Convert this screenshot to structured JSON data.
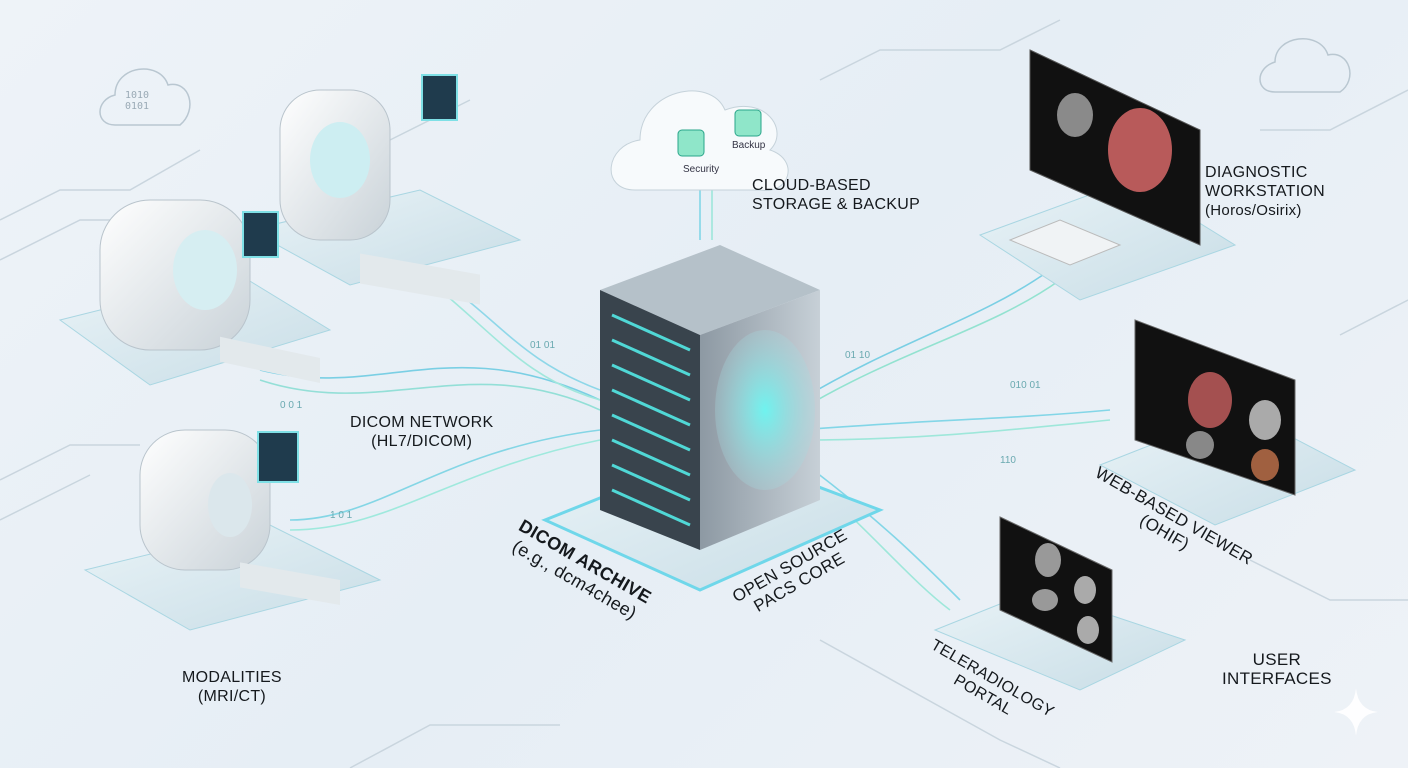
{
  "title": "Open Source PACS Architecture",
  "cloud": {
    "security_label": "Security",
    "backup_label": "Backup",
    "title_line1": "CLOUD-BASED",
    "title_line2": "STORAGE & BACKUP"
  },
  "core": {
    "archive_line1": "DICOM ARCHIVE",
    "archive_line2": "(e.g., dcm4chee)",
    "pacs_line1": "OPEN SOURCE",
    "pacs_line2": "PACS CORE"
  },
  "network": {
    "line1": "DICOM NETWORK",
    "line2": "(HL7/DICOM)"
  },
  "modalities": {
    "line1": "MODALITIES",
    "line2": "(MRI/CT)"
  },
  "workstation": {
    "line1": "DIAGNOSTIC",
    "line2": "WORKSTATION",
    "line3": "(Horos/Osirix)"
  },
  "web_viewer": {
    "line1": "WEB-BASED VIEWER",
    "line2": "(OHIF)"
  },
  "teleradiology": {
    "line1": "TELERADIOLOGY",
    "line2": "PORTAL"
  },
  "user_interfaces": {
    "line1": "USER",
    "line2": "INTERFACES"
  },
  "decor": {
    "binary_cloud_line1": "1010",
    "binary_cloud_line2": "0101",
    "binary_a": "01 01",
    "binary_b": "0 0 1",
    "binary_c": "010 01",
    "binary_d": "110",
    "binary_e": "1 0 1",
    "binary_f": "01 10"
  },
  "colors": {
    "accent": "#3fd6d0",
    "glow": "#7ee8f0",
    "dark": "#15191d",
    "panel": "#dbe8ef"
  }
}
